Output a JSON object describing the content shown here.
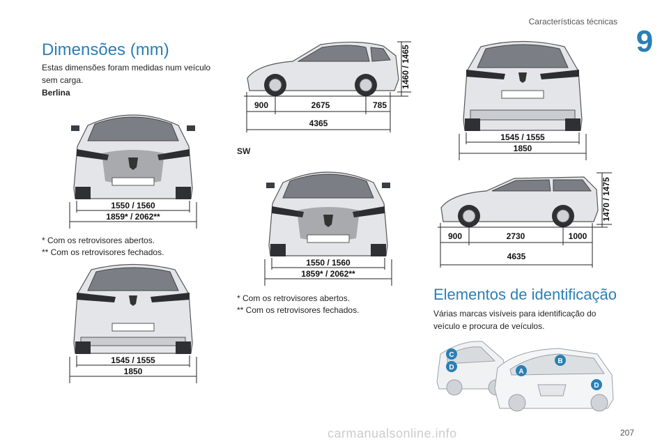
{
  "header": {
    "section_title": "Características técnicas",
    "chapter_number": "9"
  },
  "dimensions": {
    "title": "Dimensões (mm)",
    "intro": "Estas dimensões foram medidas num veículo sem carga.",
    "berlina": {
      "label": "Berlina",
      "front_width": "1550 / 1560",
      "front_width_mirrors": "1859* / 2062**",
      "rear_width": "1545 / 1555",
      "rear_overall": "1850",
      "side_front_overhang": "900",
      "side_wheelbase": "2675",
      "side_rear_overhang": "785",
      "side_length": "4365",
      "side_height": "1460 / 1465",
      "note_open": "* Com os retrovisores abertos.",
      "note_closed": "** Com os retrovisores fechados."
    },
    "sw": {
      "label": "SW",
      "front_width": "1550 / 1560",
      "front_width_mirrors": "1859* / 2062**",
      "rear_width": "1545 / 1555",
      "rear_overall": "1850",
      "side_front_overhang": "900",
      "side_wheelbase": "2730",
      "side_rear_overhang": "1000",
      "side_length": "4635",
      "side_height": "1470 / 1475",
      "note_open": "* Com os retrovisores abertos.",
      "note_closed": "** Com os retrovisores fechados."
    }
  },
  "identification": {
    "title": "Elementos de identificação",
    "text": "Várias marcas visíveis para identificação do veículo e procura de veículos.",
    "markers": [
      "C",
      "D",
      "A",
      "B",
      "D"
    ],
    "marker_color": "#2a7fb5"
  },
  "footer": {
    "page_number": "207",
    "watermark": "carmanualsonline.info"
  }
}
